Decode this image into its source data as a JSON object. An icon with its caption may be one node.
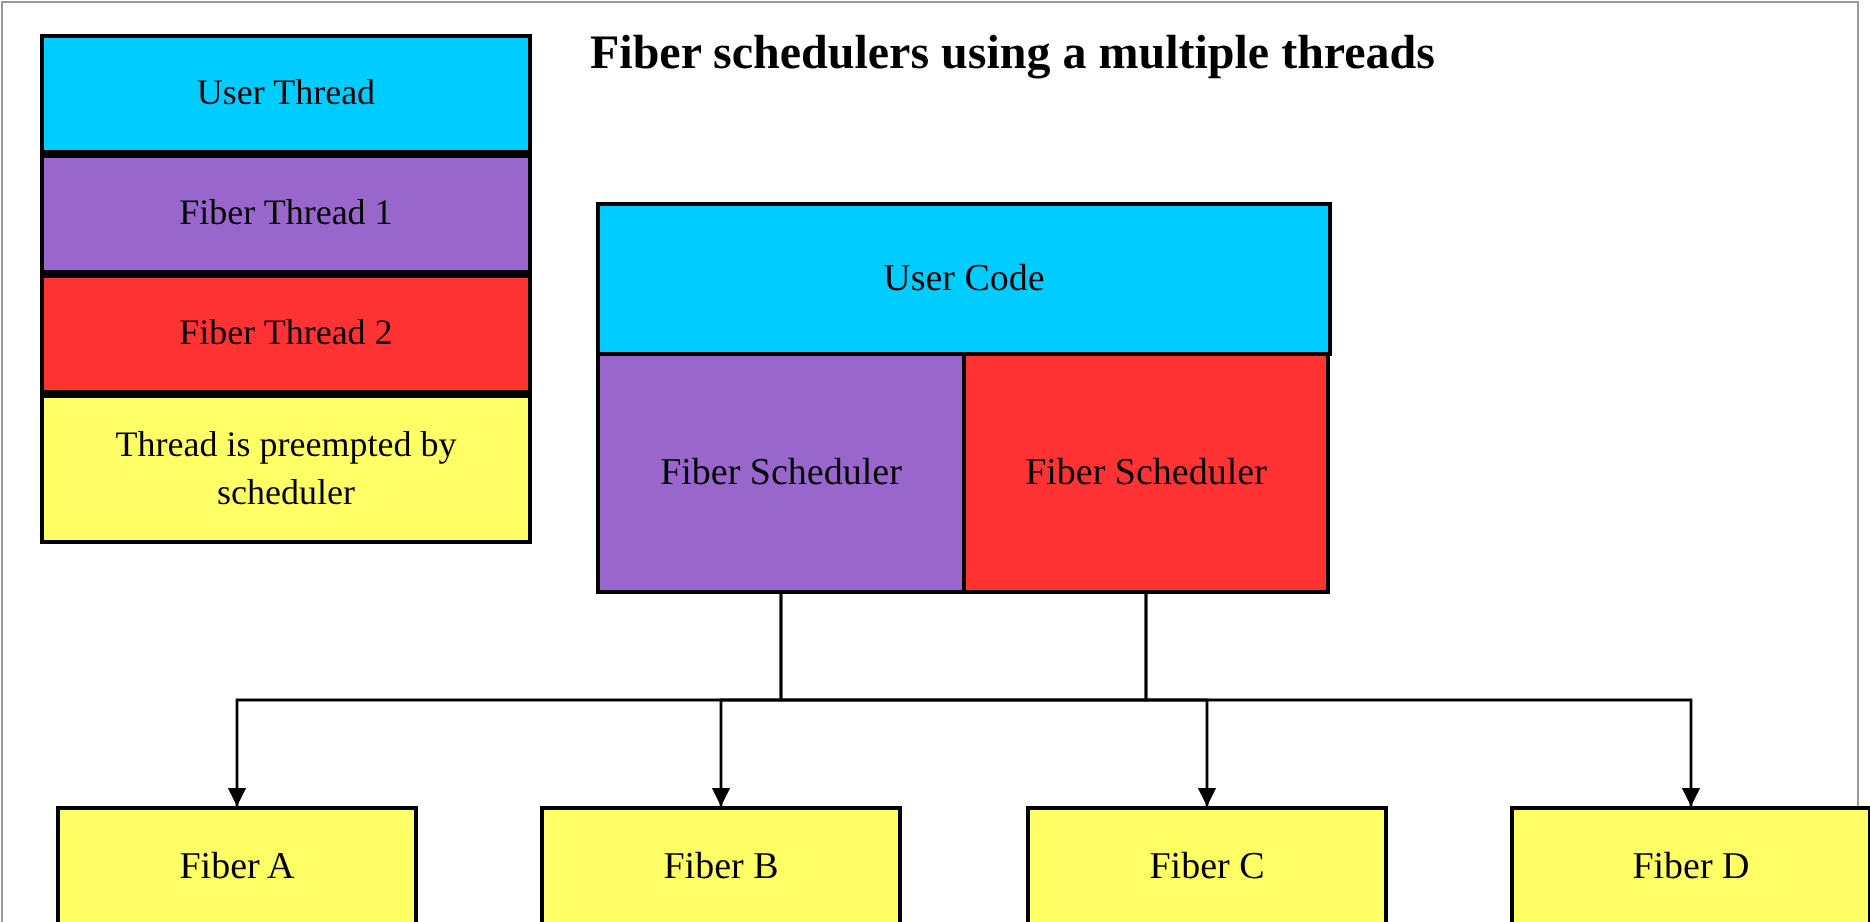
{
  "diagram": {
    "title": "Fiber schedulers using a multiple threads",
    "nodes": [
      {
        "text": [
          "User Code"
        ]
      },
      {
        "text": [
          "Fiber Scheduler"
        ]
      },
      {
        "text": [
          "Fiber Scheduler"
        ]
      },
      {
        "text": [
          "Fiber A"
        ]
      },
      {
        "text": [
          "Fiber B"
        ]
      },
      {
        "text": [
          "Fiber C"
        ]
      },
      {
        "text": [
          "Fiber D"
        ]
      }
    ],
    "edges": [
      {
        "from": 1,
        "to": 3,
        "arrow": "to"
      },
      {
        "from": 1,
        "to": 4,
        "arrow": "to"
      },
      {
        "from": 1,
        "to": 5,
        "arrow": "to"
      },
      {
        "from": 1,
        "to": 6,
        "arrow": "to"
      },
      {
        "from": 2,
        "to": 3,
        "arrow": "to"
      },
      {
        "from": 2,
        "to": 4,
        "arrow": "to"
      },
      {
        "from": 2,
        "to": 5,
        "arrow": "to"
      },
      {
        "from": 2,
        "to": 6,
        "arrow": "to"
      }
    ],
    "legend": [
      {
        "text": "User Thread",
        "color": "#00ccff"
      },
      {
        "text": "Fiber Thread 1",
        "color": "#9966cc"
      },
      {
        "text": "Fiber Thread 2",
        "color": "#ff3333"
      },
      {
        "text": "Thread is preempted by scheduler",
        "color": "#ffff66"
      }
    ]
  }
}
